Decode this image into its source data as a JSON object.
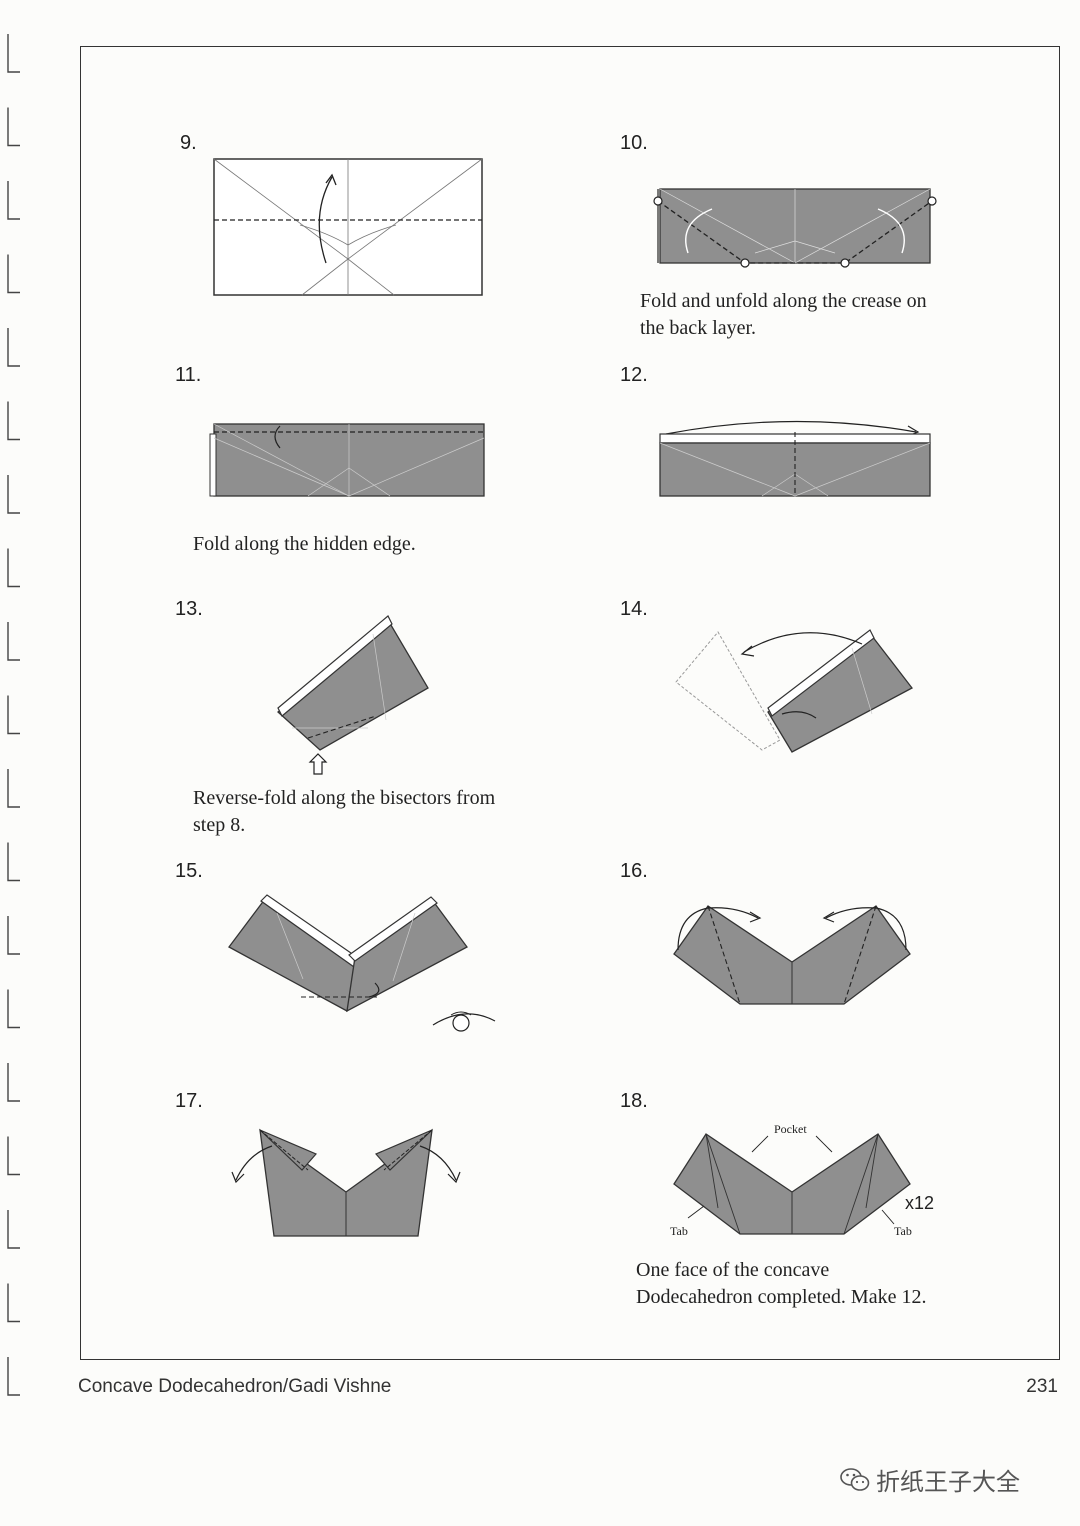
{
  "steps": [
    {
      "number": "9.",
      "caption": []
    },
    {
      "number": "10.",
      "caption": [
        "Fold and unfold along the crease on",
        "the back layer."
      ]
    },
    {
      "number": "11.",
      "caption": [
        "Fold along the hidden edge."
      ]
    },
    {
      "number": "12.",
      "caption": []
    },
    {
      "number": "13.",
      "caption": [
        "Reverse-fold along the bisectors from",
        "step 8."
      ]
    },
    {
      "number": "14.",
      "caption": []
    },
    {
      "number": "15.",
      "caption": []
    },
    {
      "number": "16.",
      "caption": []
    },
    {
      "number": "17.",
      "caption": []
    },
    {
      "number": "18.",
      "caption": [
        "One face of the concave",
        "Dodecahedron completed. Make 12."
      ]
    }
  ],
  "labels": {
    "pocket": "Pocket",
    "tab_left": "Tab",
    "tab_right": "Tab",
    "multiplier": "x12"
  },
  "footer": {
    "title": "Concave Dodecahedron/Gadi Vishne",
    "page_number": "231"
  },
  "watermark": {
    "text": "折纸王子大全",
    "icon": "wechat-icon"
  },
  "colors": {
    "paper_shade": "#8f8f8f",
    "paper_white": "#ffffff",
    "line": "#333333"
  }
}
